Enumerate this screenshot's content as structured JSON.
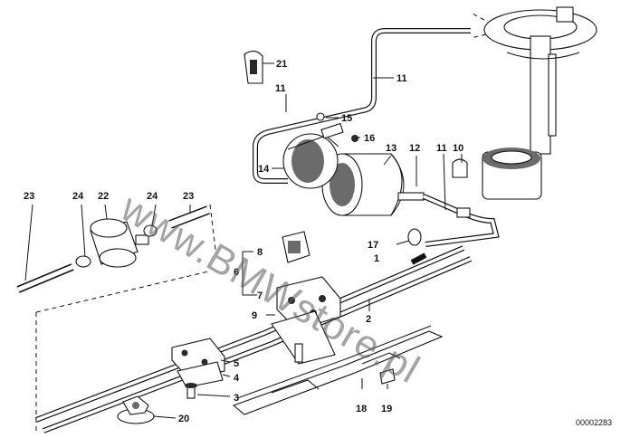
{
  "diagram": {
    "labels": {
      "l1": "1",
      "l2": "2",
      "l3": "3",
      "l4": "4",
      "l5": "5",
      "l6": "6",
      "l7": "7",
      "l8": "8",
      "l9": "9",
      "l10": "10",
      "l11a": "11",
      "l11b": "11",
      "l11c": "11",
      "l12": "12",
      "l13": "13",
      "l14": "14",
      "l15": "15",
      "l16": "16",
      "l17": "17",
      "l18": "18",
      "l19": "19",
      "l20": "20",
      "l21": "21",
      "l22": "22",
      "l23a": "23",
      "l23b": "23",
      "l24a": "24",
      "l24b": "24"
    },
    "watermark": "www.BMWstore.pl",
    "doc_number": "00002283"
  }
}
